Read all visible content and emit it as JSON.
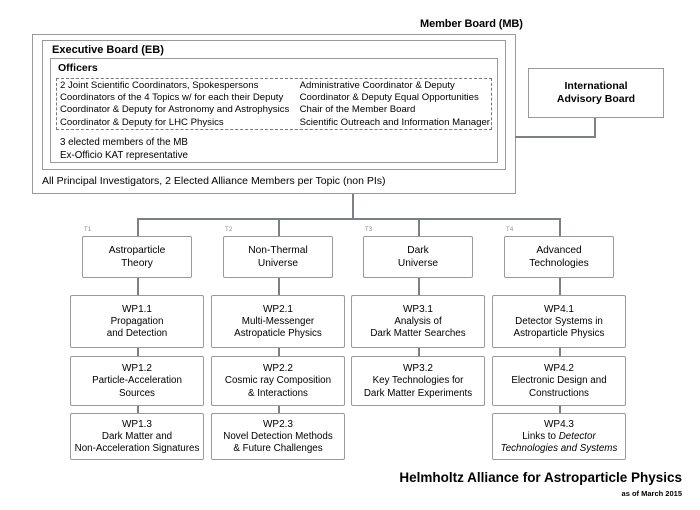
{
  "diagram": {
    "member_board": {
      "title": "Member Board (MB)",
      "footer": "All Principal Investigators, 2 Elected Alliance Members per Topic (non PIs)"
    },
    "executive_board": {
      "title": "Executive Board (EB)",
      "officers": {
        "title": "Officers",
        "column_left": [
          "2 Joint Scientific Coordinators, Spokespersons",
          "Coordinators of the 4 Topics w/ for each their Deputy",
          "Coordinator & Deputy for Astronomy and Astrophysics",
          "Coordinator & Deputy for LHC Physics"
        ],
        "column_right": [
          "Administrative Coordinator & Deputy",
          "Coordinator & Deputy Equal Opportunities",
          "Chair of the Member Board",
          "Scientific Outreach and Information Manager"
        ]
      },
      "extra_members": [
        "3 elected members of the MB",
        "Ex-Officio KAT representative"
      ]
    },
    "advisory_board": {
      "line1": "International",
      "line2": "Advisory Board"
    },
    "topics": [
      {
        "tag": "T1",
        "line1": "Astroparticle",
        "line2": "Theory"
      },
      {
        "tag": "T2",
        "line1": "Non-Thermal",
        "line2": "Universe"
      },
      {
        "tag": "T3",
        "line1": "Dark",
        "line2": "Universe"
      },
      {
        "tag": "T4",
        "line1": "Advanced",
        "line2": "Technologies"
      }
    ],
    "work_packages": [
      [
        {
          "code": "WP1.1",
          "line1": "Propagation",
          "line2": "and Detection"
        },
        {
          "code": "WP1.2",
          "line1": "Particle-Acceleration",
          "line2": "Sources"
        },
        {
          "code": "WP1.3",
          "line1": "Dark Matter and",
          "line2": "Non-Acceleration Signatures"
        }
      ],
      [
        {
          "code": "WP2.1",
          "line1": "Multi-Messenger",
          "line2": "Astropaticle Physics"
        },
        {
          "code": "WP2.2",
          "line1": "Cosmic ray Composition",
          "line2": "& Interactions"
        },
        {
          "code": "WP2.3",
          "line1": "Novel Detection Methods",
          "line2": "& Future Challenges"
        }
      ],
      [
        {
          "code": "WP3.1",
          "line1": "Analysis of",
          "line2": "Dark Matter Searches"
        },
        {
          "code": "WP3.2",
          "line1": "Key Technologies for",
          "line2": "Dark Matter Experiments"
        },
        {
          "code": "",
          "line1": "",
          "line2": ""
        }
      ],
      [
        {
          "code": "WP4.1",
          "line1": "Detector Systems in",
          "line2": "Astroparticle Physics"
        },
        {
          "code": "WP4.2",
          "line1": "Electronic Design and",
          "line2": "Constructions"
        },
        {
          "code": "WP4.3",
          "line1": "Links to ",
          "line1_italic": "Detector",
          "line2_italic": "Technologies and Systems"
        }
      ]
    ],
    "footer": {
      "title": "Helmholtz Alliance for Astroparticle Physics",
      "subtitle": "as of March 2015"
    },
    "colors": {
      "border": "#9a9a9a",
      "connector": "#7b7f8a",
      "tag_text": "#8b8b8b",
      "background": "#ffffff"
    }
  }
}
